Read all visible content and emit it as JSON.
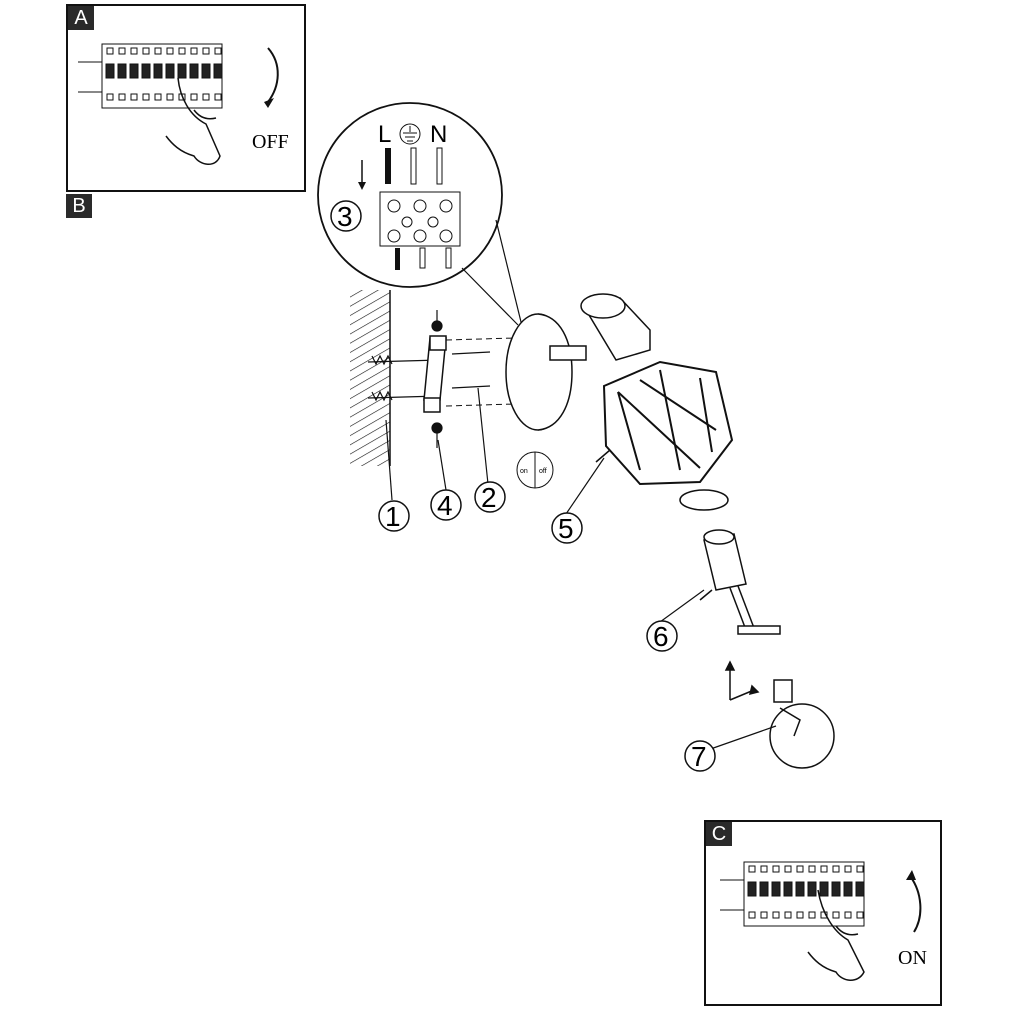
{
  "panels": {
    "a": {
      "tag": "A",
      "action": "OFF"
    },
    "b": {
      "tag": "B"
    },
    "c": {
      "tag": "C",
      "action": "ON"
    }
  },
  "wiring": {
    "live": "L",
    "neutral": "N",
    "step": "3"
  },
  "steps": [
    "1",
    "2",
    "3",
    "4",
    "5",
    "6",
    "7"
  ],
  "switch": {
    "on": "on",
    "off": "off"
  },
  "icons": [
    "breaker-icon",
    "hand-icon",
    "rotate-arrow-icon",
    "earth-ground-icon",
    "terminal-block-icon",
    "wall-icon",
    "bracket-icon",
    "screw-icon",
    "canopy-icon",
    "shade-icon",
    "lamp-holder-icon",
    "bulb-icon"
  ]
}
